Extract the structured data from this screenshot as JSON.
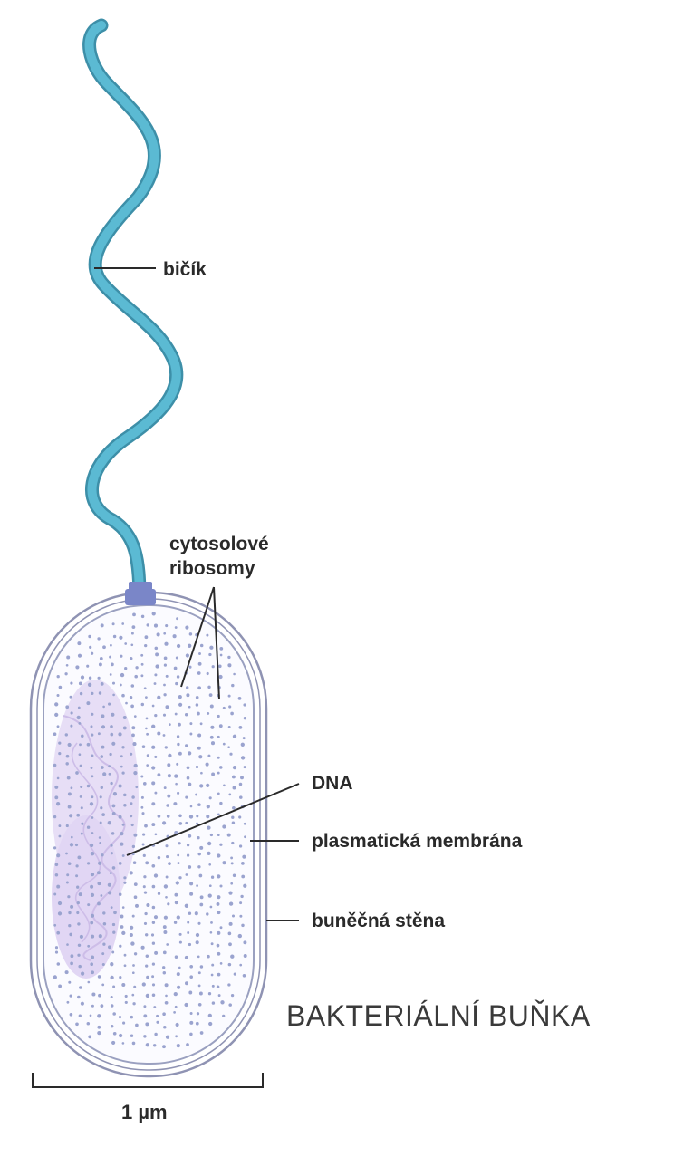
{
  "diagram": {
    "title": "BAKTERIÁLNÍ BUŇKA",
    "labels": {
      "flagellum": "bičík",
      "ribosomes_line1": "cytosolové",
      "ribosomes_line2": "ribosomy",
      "dna": "DNA",
      "plasma_membrane": "plasmatická membrána",
      "cell_wall": "buněčná stěna"
    },
    "scale_bar": "1 µm"
  },
  "colors": {
    "flagellum": "#5bbad3",
    "flagellum_outline": "#3d8fa8",
    "hook": "#7a86c8",
    "cell_wall": "#8f93b3",
    "membrane": "#9aa0c0",
    "cytoplasm": "#fbfbff",
    "ribosome": "#9aa3cf",
    "dna": "#b59ad8",
    "text": "#2a2a2a"
  }
}
